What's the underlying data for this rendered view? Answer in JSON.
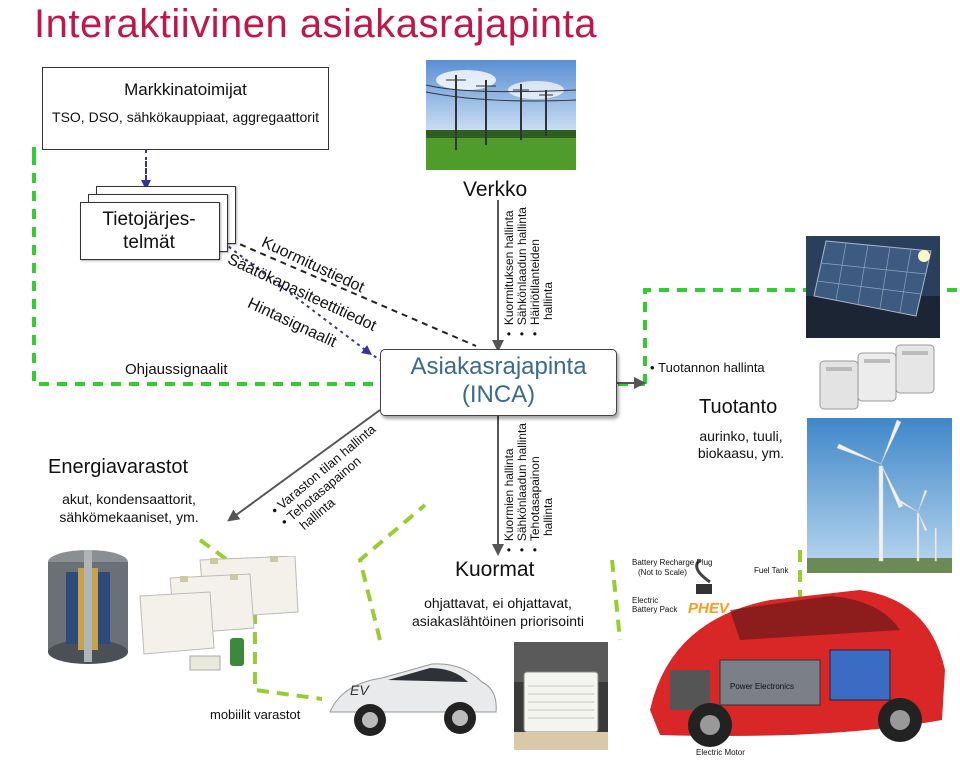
{
  "title": "Interaktiivinen asiakasrajapinta",
  "market": {
    "heading": "Markkinatoimijat",
    "sub": "TSO, DSO, sähkökauppiaat, aggregaattorit"
  },
  "info_systems": {
    "line1": "Tietojärjes-",
    "line2": "telmät"
  },
  "diagonal_labels": {
    "kuormitustiedot": "Kuormitustiedot",
    "saatokapasiteetti": "Säätökapasiteettitiedot",
    "hintasignaalit": "Hintasignaalit"
  },
  "ohjaussignaalit": "Ohjaussignaalit",
  "storage": {
    "heading": "Energiavarastot",
    "sub": "akut, kondensaattorit, sähkömekaaniset, ym.",
    "functions": [
      "Varaston tilan hallinta",
      "Tehotasapainon",
      "hallinta"
    ],
    "mobile": "mobiilit varastot"
  },
  "network": {
    "heading": "Verkko",
    "functions": [
      "Kuormituksen hallinta",
      "Sähkönlaadun hallinta",
      "Häiriötilanteiden",
      "hallinta"
    ]
  },
  "inca": {
    "line1": "Asiakasrajapinta",
    "line2": "(INCA)"
  },
  "loads": {
    "heading": "Kuormat",
    "sub": "ohjattavat, ei ohjattavat, asiakaslähtöinen priorisointi",
    "functions": [
      "Kuormien hallinta",
      "Sähkönlaadun hallinta",
      "Tehotasapainon",
      "hallinta"
    ]
  },
  "production": {
    "function": "Tuotannon hallinta",
    "heading": "Tuotanto",
    "sub": "aurinko, tuuli, biokaasu, ym."
  },
  "phev": {
    "label": "PHEV",
    "plug": "Battery Recharge Plug",
    "plug_note": "(Not to Scale)",
    "fuel": "Fuel Tank",
    "battery1": "Electric",
    "battery2": "Battery Pack",
    "power": "Power Electronics",
    "motor": "Electric Motor"
  },
  "ev_badge": "EV",
  "colors": {
    "title": "#c0174a",
    "inca_text": "#3a6b8c",
    "green_dashed": "#33cc33",
    "lime_dashed": "#99cc33",
    "navy_dotted": "#333399"
  }
}
